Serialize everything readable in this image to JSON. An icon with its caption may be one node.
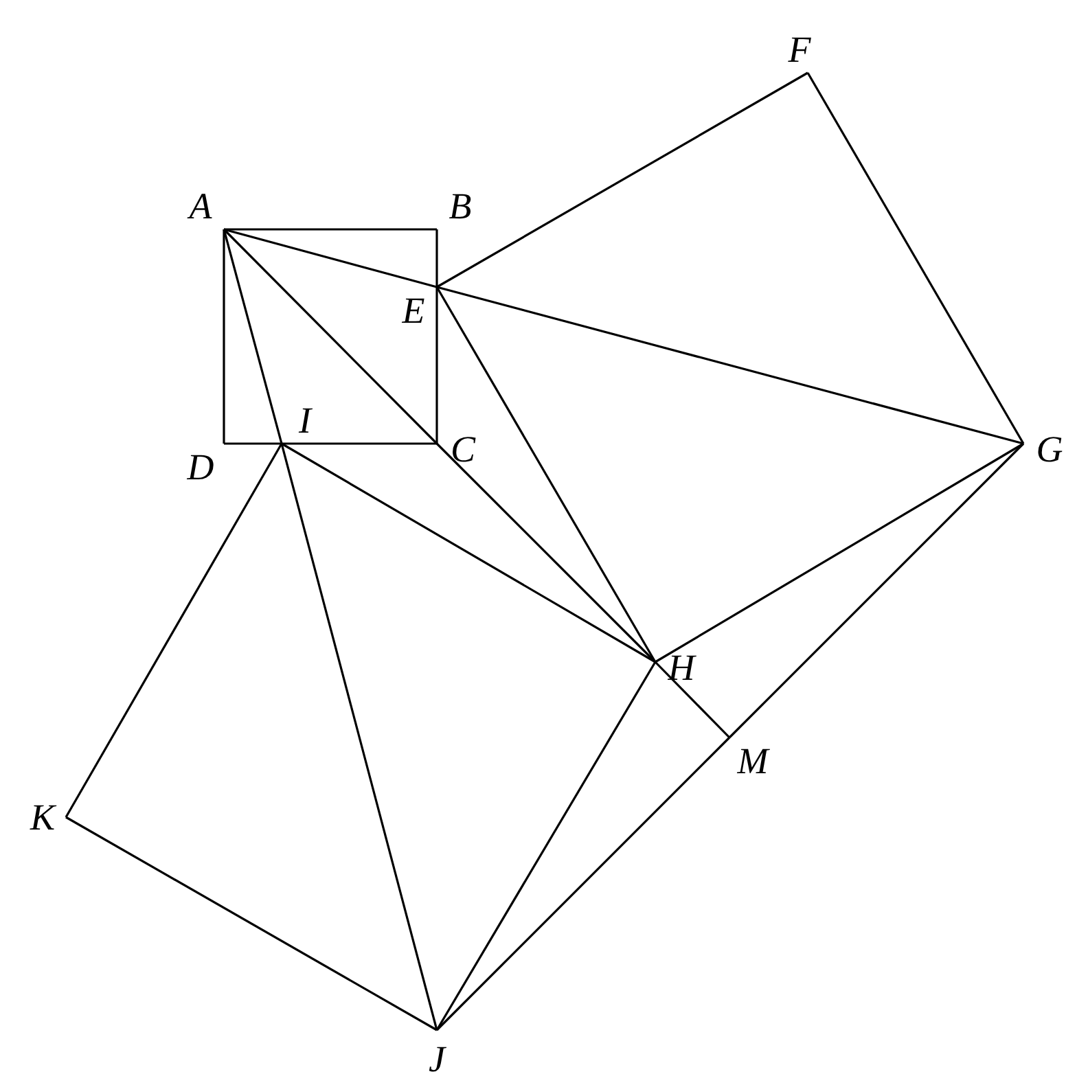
{
  "diagram": {
    "nodes": [
      {
        "text": [
          "A"
        ]
      },
      {
        "text": [
          "B"
        ]
      },
      {
        "text": [
          "C"
        ]
      },
      {
        "text": [
          "D"
        ]
      },
      {
        "text": [
          "E"
        ]
      },
      {
        "text": [
          "F"
        ]
      },
      {
        "text": [
          "G"
        ]
      },
      {
        "text": [
          "H"
        ]
      },
      {
        "text": [
          "I"
        ]
      },
      {
        "text": [
          "J"
        ]
      },
      {
        "text": [
          "K"
        ]
      },
      {
        "text": [
          "M"
        ]
      }
    ],
    "edges": [
      {
        "from": 0,
        "to": 1,
        "arrow": "none"
      },
      {
        "from": 1,
        "to": 4,
        "arrow": "none"
      },
      {
        "from": 4,
        "to": 2,
        "arrow": "none"
      },
      {
        "from": 2,
        "to": 8,
        "arrow": "none"
      },
      {
        "from": 8,
        "to": 3,
        "arrow": "none"
      },
      {
        "from": 3,
        "to": 0,
        "arrow": "none"
      },
      {
        "from": 0,
        "to": 2,
        "arrow": "none"
      },
      {
        "from": 2,
        "to": 7,
        "arrow": "none"
      },
      {
        "from": 7,
        "to": 11,
        "arrow": "none"
      },
      {
        "from": 0,
        "to": 4,
        "arrow": "none"
      },
      {
        "from": 4,
        "to": 6,
        "arrow": "none"
      },
      {
        "from": 0,
        "to": 8,
        "arrow": "none"
      },
      {
        "from": 8,
        "to": 9,
        "arrow": "none"
      },
      {
        "from": 4,
        "to": 5,
        "arrow": "none"
      },
      {
        "from": 5,
        "to": 6,
        "arrow": "none"
      },
      {
        "from": 6,
        "to": 7,
        "arrow": "none"
      },
      {
        "from": 4,
        "to": 7,
        "arrow": "none"
      },
      {
        "from": 8,
        "to": 7,
        "arrow": "none"
      },
      {
        "from": 7,
        "to": 9,
        "arrow": "none"
      },
      {
        "from": 9,
        "to": 10,
        "arrow": "none"
      },
      {
        "from": 10,
        "to": 8,
        "arrow": "none"
      },
      {
        "from": 6,
        "to": 11,
        "arrow": "none"
      },
      {
        "from": 11,
        "to": 9,
        "arrow": "none"
      }
    ]
  }
}
